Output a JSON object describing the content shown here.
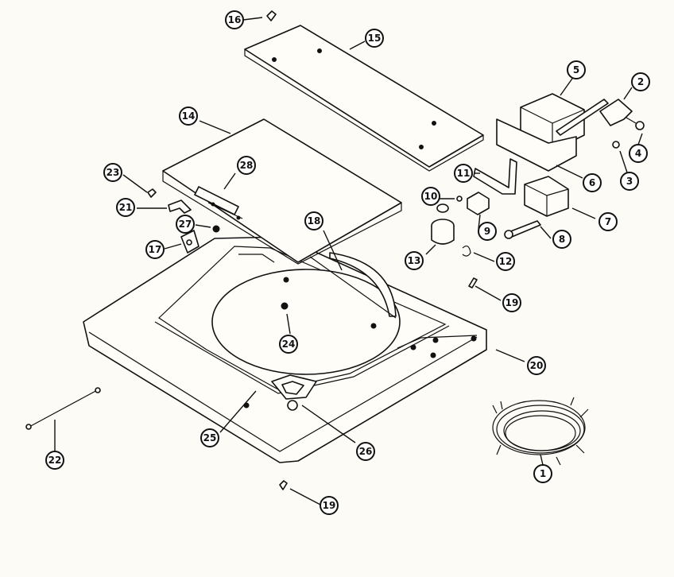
{
  "diagram": {
    "callouts": [
      {
        "id": "c1",
        "label": "1"
      },
      {
        "id": "c2",
        "label": "2"
      },
      {
        "id": "c3",
        "label": "3"
      },
      {
        "id": "c4",
        "label": "4"
      },
      {
        "id": "c5",
        "label": "5"
      },
      {
        "id": "c6",
        "label": "6"
      },
      {
        "id": "c7",
        "label": "7"
      },
      {
        "id": "c8",
        "label": "8"
      },
      {
        "id": "c9",
        "label": "9"
      },
      {
        "id": "c10",
        "label": "10"
      },
      {
        "id": "c11",
        "label": "11"
      },
      {
        "id": "c12",
        "label": "12"
      },
      {
        "id": "c13",
        "label": "13"
      },
      {
        "id": "c14",
        "label": "14"
      },
      {
        "id": "c15",
        "label": "15"
      },
      {
        "id": "c16",
        "label": "16"
      },
      {
        "id": "c17",
        "label": "17"
      },
      {
        "id": "c18",
        "label": "18"
      },
      {
        "id": "c19a",
        "label": "19"
      },
      {
        "id": "c19b",
        "label": "19"
      },
      {
        "id": "c20",
        "label": "20"
      },
      {
        "id": "c21",
        "label": "21"
      },
      {
        "id": "c22",
        "label": "22"
      },
      {
        "id": "c23",
        "label": "23"
      },
      {
        "id": "c24",
        "label": "24"
      },
      {
        "id": "c25",
        "label": "25"
      },
      {
        "id": "c26",
        "label": "26"
      },
      {
        "id": "c27",
        "label": "27"
      },
      {
        "id": "c28",
        "label": "28"
      }
    ]
  }
}
